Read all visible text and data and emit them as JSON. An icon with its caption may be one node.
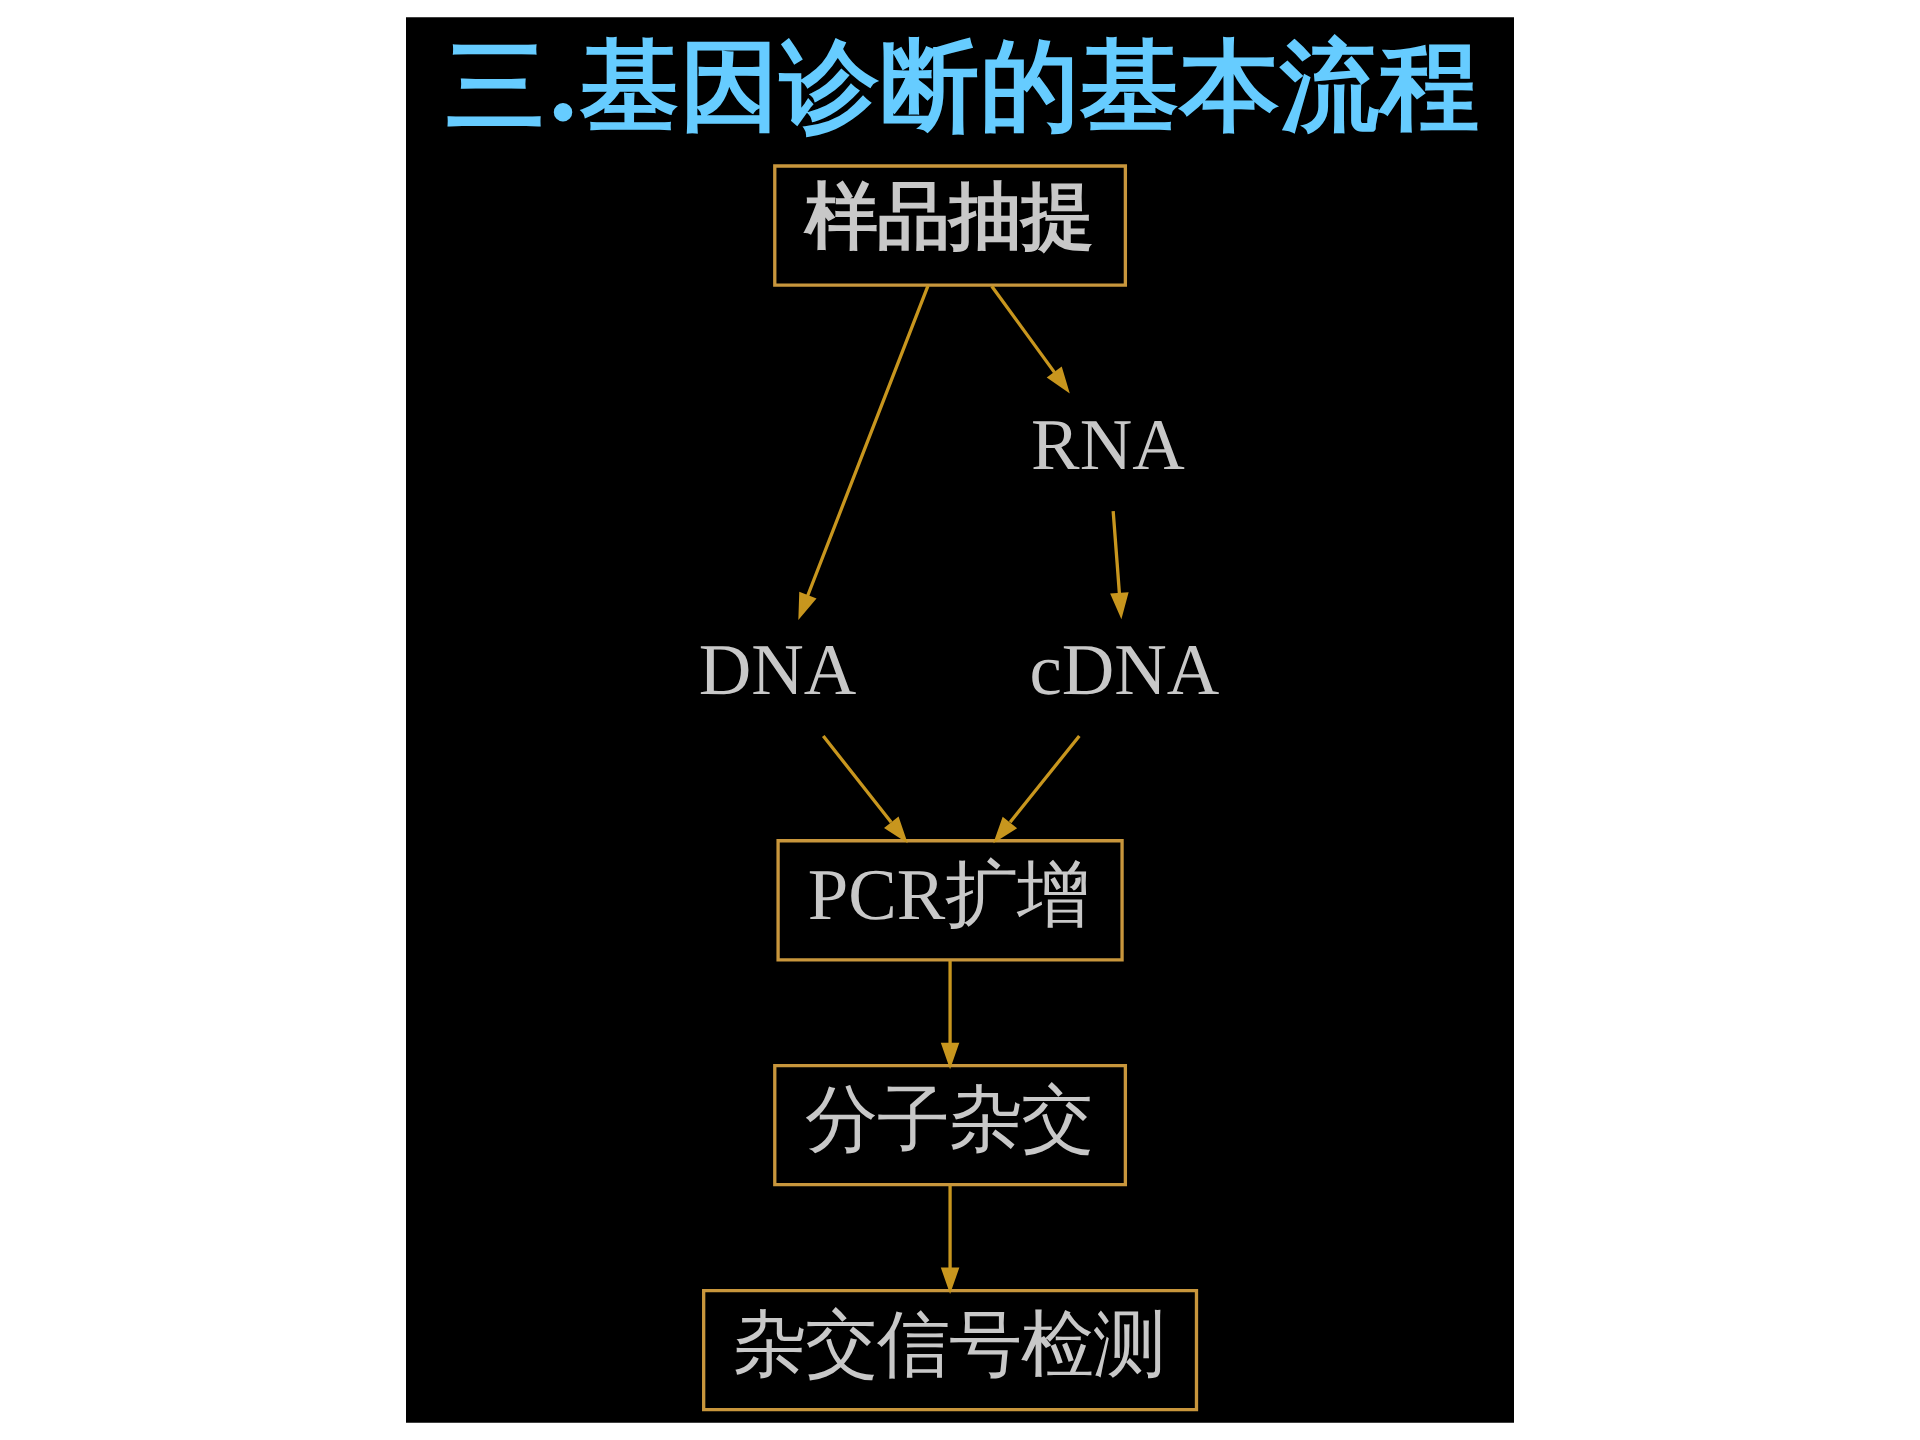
{
  "diagram": {
    "title": "三.基因诊断的基本流程",
    "nodes": [
      {
        "text": [
          "样品抽提"
        ]
      },
      {
        "text": [
          "DNA"
        ]
      },
      {
        "text": [
          "RNA"
        ]
      },
      {
        "text": [
          "cDNA"
        ]
      },
      {
        "text": [
          "PCR扩增"
        ]
      },
      {
        "text": [
          "分子杂交"
        ]
      },
      {
        "text": [
          "杂交信号检测"
        ]
      }
    ],
    "edges": [
      {
        "from": 0,
        "to": 1,
        "arrow": "to"
      },
      {
        "from": 0,
        "to": 2,
        "arrow": "to"
      },
      {
        "from": 2,
        "to": 3,
        "arrow": "to"
      },
      {
        "from": 1,
        "to": 4,
        "arrow": "to"
      },
      {
        "from": 3,
        "to": 4,
        "arrow": "to"
      },
      {
        "from": 4,
        "to": 5,
        "arrow": "to"
      },
      {
        "from": 5,
        "to": 6,
        "arrow": "to"
      }
    ]
  }
}
